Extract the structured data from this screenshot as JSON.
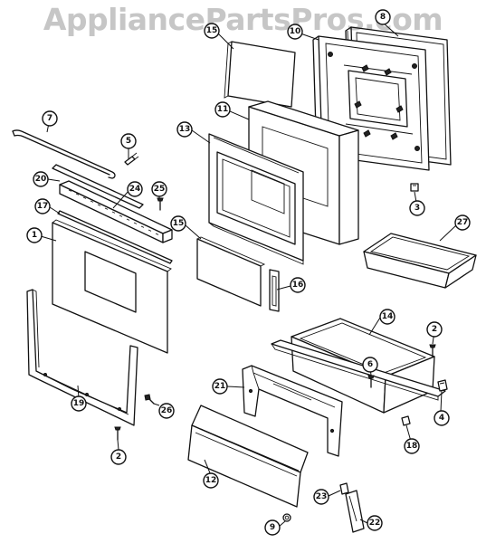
{
  "watermark": "AppliancePartsPros.com",
  "callouts": [
    {
      "label": "8"
    },
    {
      "label": "10"
    },
    {
      "label": "15"
    },
    {
      "label": "11"
    },
    {
      "label": "13"
    },
    {
      "label": "7"
    },
    {
      "label": "5"
    },
    {
      "label": "20"
    },
    {
      "label": "24"
    },
    {
      "label": "25"
    },
    {
      "label": "17"
    },
    {
      "label": "1"
    },
    {
      "label": "15"
    },
    {
      "label": "3"
    },
    {
      "label": "27"
    },
    {
      "label": "16"
    },
    {
      "label": "14"
    },
    {
      "label": "2"
    },
    {
      "label": "6"
    },
    {
      "label": "21"
    },
    {
      "label": "4"
    },
    {
      "label": "19"
    },
    {
      "label": "26"
    },
    {
      "label": "18"
    },
    {
      "label": "2"
    },
    {
      "label": "12"
    },
    {
      "label": "23"
    },
    {
      "label": "9"
    },
    {
      "label": "22"
    }
  ]
}
